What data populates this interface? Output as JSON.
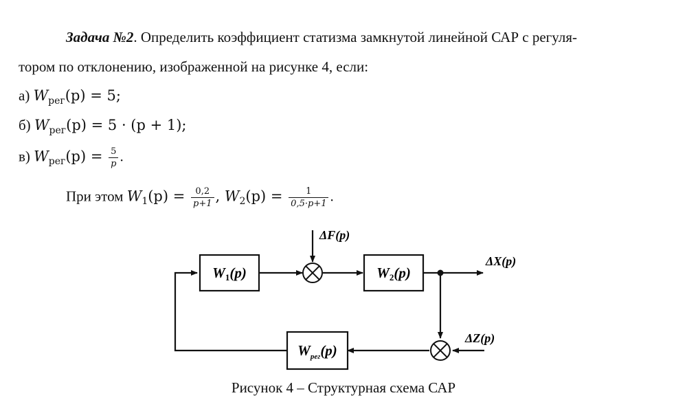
{
  "task": {
    "title": "Задача №2",
    "text_part1": ". Определить коэффициент статизма замкнутой линейной САР с регуля-",
    "text_part2": "тором по отклонению, изображенной на рисунке 4, если:"
  },
  "options": [
    {
      "label": "а)",
      "formula_left": "W",
      "formula_sub": "рег",
      "formula_arg": "(p) = ",
      "formula_right": "5;"
    },
    {
      "label": "б)",
      "formula_left": "W",
      "formula_sub": "рег",
      "formula_arg": "(p) = ",
      "formula_right": "5 · (p + 1);"
    },
    {
      "label": "в)",
      "formula_left": "W",
      "formula_sub": "рег",
      "formula_arg": "(p) = ",
      "frac_num": "5",
      "frac_den": "p",
      "formula_right": "."
    }
  ],
  "given": {
    "prefix": "При этом",
    "w1_name": "W",
    "w1_sub": "1",
    "w1_arg": "(p) = ",
    "w1_num": "0,2",
    "w1_den": "p+1",
    "sep": ", ",
    "w2_name": "W",
    "w2_sub": "2",
    "w2_arg": "(p) = ",
    "w2_num": "1",
    "w2_den": "0,5·p+1",
    "end": "."
  },
  "diagram": {
    "block_w1": {
      "name": "W",
      "sub": "1",
      "arg": "(p)"
    },
    "block_w2": {
      "name": "W",
      "sub": "2",
      "arg": "(p)"
    },
    "block_wreg": {
      "name": "W",
      "sub": "рег",
      "arg": "(p)"
    },
    "signal_dF": "ΔF(p)",
    "signal_dX": "ΔX(p)",
    "signal_dZ": "ΔZ(p)"
  },
  "caption": "Рисунок 4 – Структурная схема САР"
}
